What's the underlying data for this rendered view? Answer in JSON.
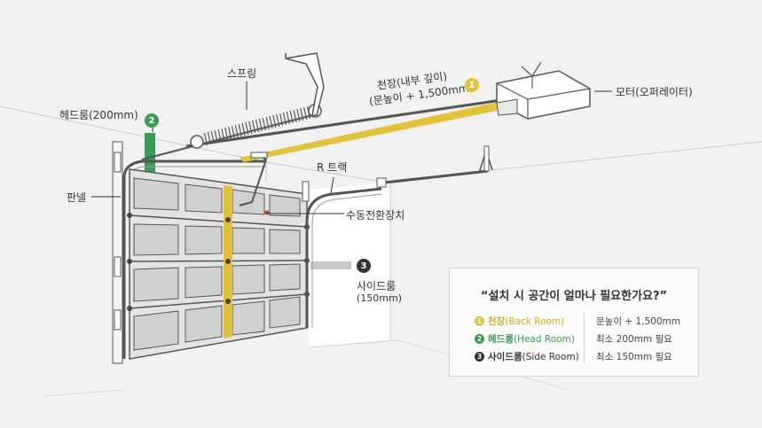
{
  "labels": {
    "spring": "스프링",
    "headroom": "헤드룸(200mm)",
    "ceiling_line1": "천장(내부 깊이)",
    "ceiling_line2": "(문높이 + 1,500mm)",
    "motor": "모터(오퍼레이터)",
    "r_track": "R 트랙",
    "panel": "판넬",
    "manual": "수동전환장치",
    "sideroom_line1": "사이드룸",
    "sideroom_line2": "(150mm)"
  },
  "markers": {
    "one": "1",
    "two": "2",
    "three": "3"
  },
  "info": {
    "title": "“설치 시 공간이 얼마나 필요한가요?”",
    "rows": [
      {
        "num": "1",
        "name": "천장",
        "sub": "(Back Room)",
        "value": "문높이 + 1,500mm"
      },
      {
        "num": "2",
        "name": "헤드룸",
        "sub": "(Head Room)",
        "value": "최소 200mm 필요"
      },
      {
        "num": "3",
        "name": "사이드룸",
        "sub": "(Side Room)",
        "value": "최소 150mm 필요"
      }
    ]
  },
  "colors": {
    "yellow": "#e2c23c",
    "green": "#3a9a56",
    "dark": "#333333",
    "side_gray": "#c9c9c9",
    "panel_fill": "#e3e3e3",
    "window_fill": "#d0d0d0",
    "background": "#f1f1f1"
  }
}
